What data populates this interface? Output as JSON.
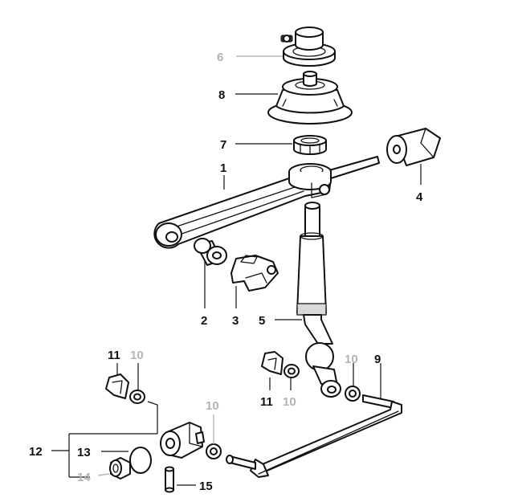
{
  "diagram": {
    "colors": {
      "ink": "#111111",
      "muted_label": "#b3b3b3",
      "background": "#ffffff"
    },
    "callouts": {
      "c1": "1",
      "c2": "2",
      "c3": "3",
      "c4": "4",
      "c5": "5",
      "c6": "6",
      "c7": "7",
      "c8": "8",
      "c9": "9",
      "c10a": "10",
      "c10b": "10",
      "c10c": "10",
      "c10d": "10",
      "c11a": "11",
      "c11b": "11",
      "c12": "12",
      "c13": "13",
      "c14": "14",
      "c15": "15"
    }
  }
}
